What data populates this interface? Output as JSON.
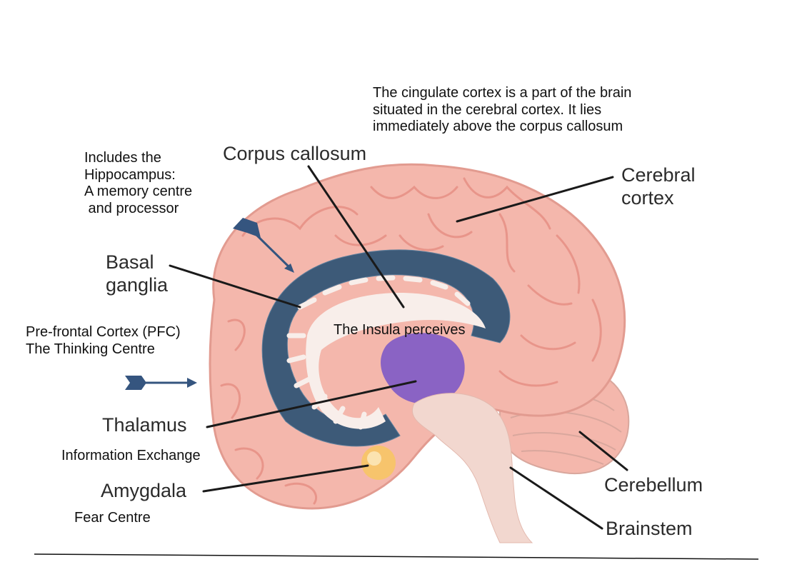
{
  "labels": {
    "cingulate_note": [
      "The cingulate cortex is a part of the brain",
      "situated in the cerebral cortex. It lies",
      "immediately above the corpus callosum"
    ],
    "corpus_callosum": "Corpus callosum",
    "cerebral_cortex": [
      "Cerebral",
      "cortex"
    ],
    "hippocampus_note": [
      "Includes the",
      "Hippocampus:",
      "A memory centre",
      " and processor"
    ],
    "basal_ganglia": [
      "Basal",
      "ganglia"
    ],
    "pfc_note": [
      "Pre-frontal Cortex (PFC)",
      "The Thinking Centre"
    ],
    "insula_note": "The Insula perceives",
    "thalamus": "Thalamus",
    "thalamus_note": "Information Exchange",
    "amygdala": "Amygdala",
    "amygdala_note": "Fear Centre",
    "cerebellum": "Cerebellum",
    "brainstem": "Brainstem"
  },
  "colors": {
    "brain_fill": "#f4b7ac",
    "brain_gyri": "#e8958a",
    "limbic_ring": "#3d5a78",
    "limbic_ring_light": "#5f7f9c",
    "inner_white": "#f8eeea",
    "thalamus": "#8a63c4",
    "amygdala": "#f7c46c",
    "brainstem": "#f2d7cf",
    "arrow_blue": "#35557f",
    "leader_line": "#1a1a1a"
  }
}
